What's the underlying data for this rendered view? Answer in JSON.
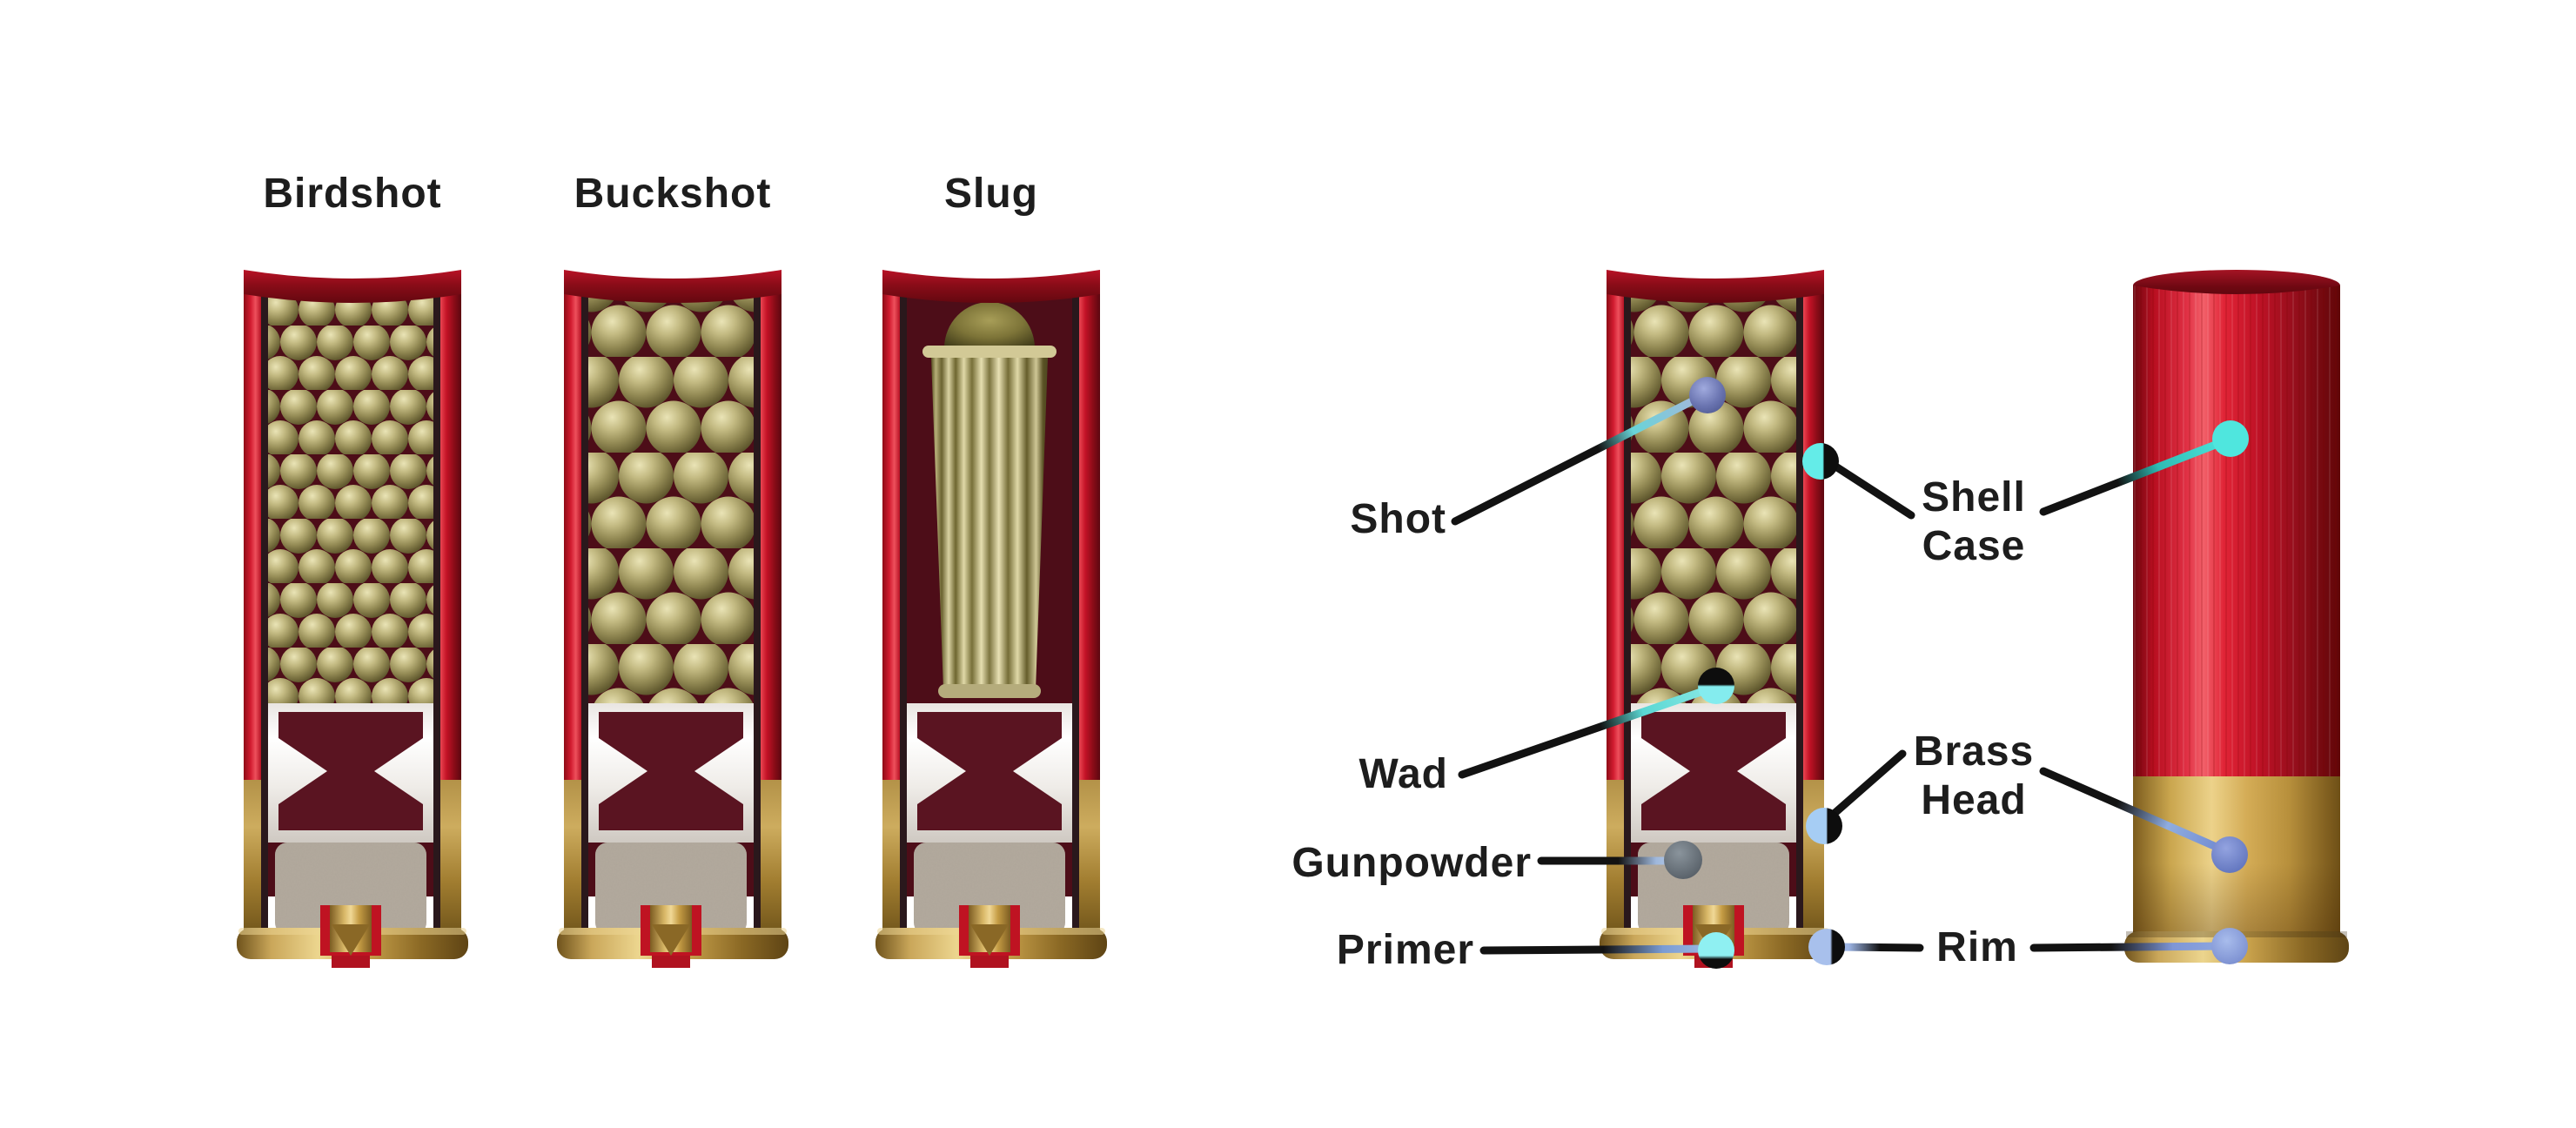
{
  "titles": {
    "birdshot": "Birdshot",
    "buckshot": "Buckshot",
    "slug": "Slug"
  },
  "callouts": {
    "shot": {
      "label": "Shot"
    },
    "wad": {
      "label": "Wad"
    },
    "gunpowder": {
      "label": "Gunpowder"
    },
    "primer": {
      "label": "Primer"
    },
    "shell_case": {
      "line1": "Shell",
      "line2": "Case"
    },
    "brass_head": {
      "line1": "Brass",
      "line2": "Head"
    },
    "rim": {
      "label": "Rim"
    }
  },
  "colors": {
    "background": "#ffffff",
    "shell_case_red": "#c01226",
    "shell_case_red_dark": "#6e0812",
    "interior_maroon": "#4d0d18",
    "wad_maroon": "#5a1421",
    "wad_white": "#f2efec",
    "pellet_olive": "#948b56",
    "gunpowder_gray": "#b3aa9d",
    "brass_gold": "#c9a24c",
    "primer_red": "#bf1322",
    "label_text": "#1d1d1d",
    "accent_cyan": "#57e8e4",
    "accent_light_blue": "#a6cdf4",
    "accent_periwinkle": "#7787cf",
    "accent_slate_blue": "#6a74b0",
    "accent_gray": "#6b7278"
  }
}
